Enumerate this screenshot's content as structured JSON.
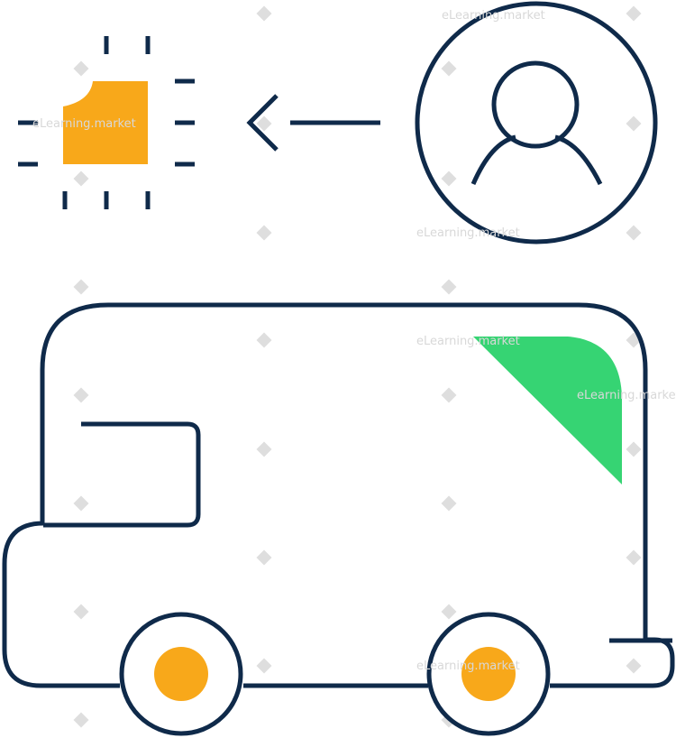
{
  "illustration": {
    "subject": "vehicle-with-user-and-chip",
    "colors": {
      "outline": "#0f2a4a",
      "chip": "#f8a81a",
      "window": "#36d473",
      "wheel_hub": "#f8a81a",
      "background": "#ffffff",
      "watermark": "#d8d8d8"
    },
    "icons": [
      "microchip-icon",
      "arrow-left-icon",
      "user-avatar-icon",
      "van-icon"
    ]
  },
  "watermark": {
    "text_1": "eLearning.market",
    "text_2": "eLearning.market",
    "text_3": "eLearning.market",
    "text_4": "eLearning.market",
    "text_5": "eLearning.market",
    "text_6": "eLearning.market"
  }
}
